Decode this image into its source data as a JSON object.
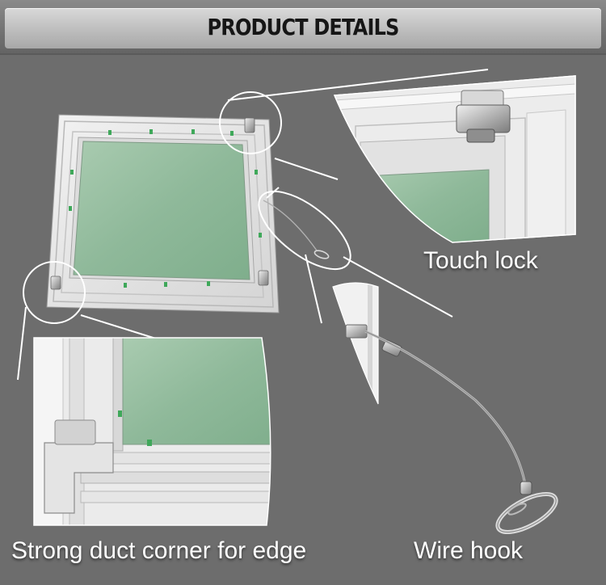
{
  "banner": {
    "title": "PRODUCT DETAILS"
  },
  "captions": {
    "touch_lock": "Touch lock",
    "duct_corner": "Strong duct corner for edge",
    "wire_hook": "Wire hook"
  },
  "colors": {
    "background": "#6d6d6d",
    "panel_frame": "#e6e6e6",
    "gypsum_board": "#8fb99a",
    "callout_line": "#ffffff"
  }
}
